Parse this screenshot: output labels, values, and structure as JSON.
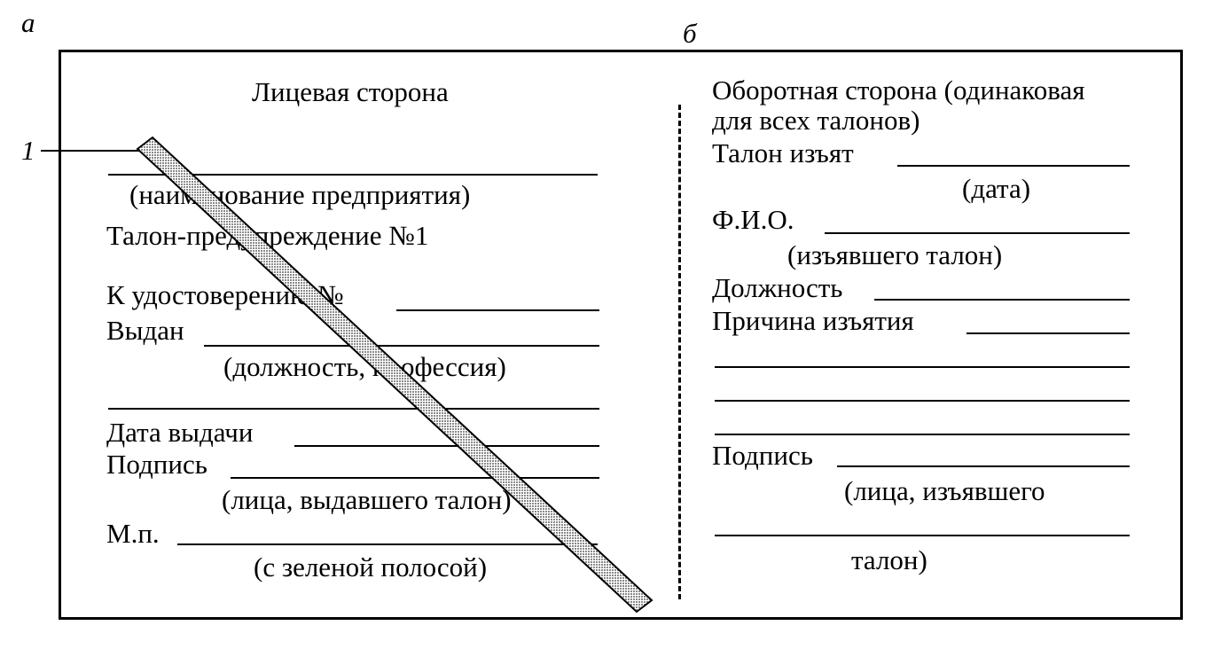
{
  "labels": {
    "a": "а",
    "b": "б",
    "callout": "1"
  },
  "front": {
    "heading": "Лицевая сторона",
    "enterprise_caption": "(наименование предприятия)",
    "title": "Талон-предупреждение №1",
    "certificate": "К удостоверению №",
    "issued_to": "Выдан",
    "position_caption": "(должность, профессия)",
    "issue_date": "Дата выдачи",
    "signature": "Подпись",
    "issuer_caption": "(лица, выдавшего талон)",
    "seal": "М.п.",
    "stripe_caption": "(с зеленой полосой)"
  },
  "back": {
    "heading_line1": "Оборотная сторона (одинаковая",
    "heading_line2": "для всех талонов)",
    "withdrawn": "Талон изъят",
    "date_caption": "(дата)",
    "full_name": "Ф.И.О.",
    "withdrawer_caption": "(изъявшего талон)",
    "job_title": "Должность",
    "reason": "Причина изъятия",
    "signature": "Подпись",
    "person_caption": "(лица, изъявшего",
    "talon_caption": "талон)"
  },
  "colors": {
    "stripe_fill": "#d6d6d6",
    "ink": "#000000"
  }
}
